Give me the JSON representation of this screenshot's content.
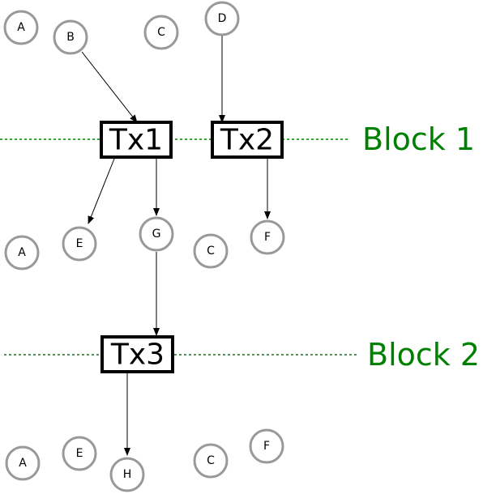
{
  "blocks": [
    {
      "label": "Block 1",
      "color": "#008000"
    },
    {
      "label": "Block 2",
      "color": "#008000"
    }
  ],
  "transactions": [
    {
      "id": "tx1",
      "label": "Tx1"
    },
    {
      "id": "tx2",
      "label": "Tx2"
    },
    {
      "id": "tx3",
      "label": "Tx3"
    }
  ],
  "states": [
    {
      "id": "a1",
      "label": "A"
    },
    {
      "id": "b1",
      "label": "B"
    },
    {
      "id": "c1",
      "label": "C"
    },
    {
      "id": "d1",
      "label": "D"
    },
    {
      "id": "a2",
      "label": "A"
    },
    {
      "id": "e2",
      "label": "E"
    },
    {
      "id": "g2",
      "label": "G"
    },
    {
      "id": "c2",
      "label": "C"
    },
    {
      "id": "f2",
      "label": "F"
    },
    {
      "id": "a3",
      "label": "A"
    },
    {
      "id": "e3",
      "label": "E"
    },
    {
      "id": "h3",
      "label": "H"
    },
    {
      "id": "c3",
      "label": "C"
    },
    {
      "id": "f3",
      "label": "F"
    }
  ],
  "edges": [
    {
      "from": "b1",
      "to": "tx1"
    },
    {
      "from": "d1",
      "to": "tx2"
    },
    {
      "from": "tx1",
      "to": "e2"
    },
    {
      "from": "tx1",
      "to": "g2"
    },
    {
      "from": "tx2",
      "to": "f2"
    },
    {
      "from": "g2",
      "to": "tx3"
    },
    {
      "from": "tx3",
      "to": "h3"
    }
  ]
}
